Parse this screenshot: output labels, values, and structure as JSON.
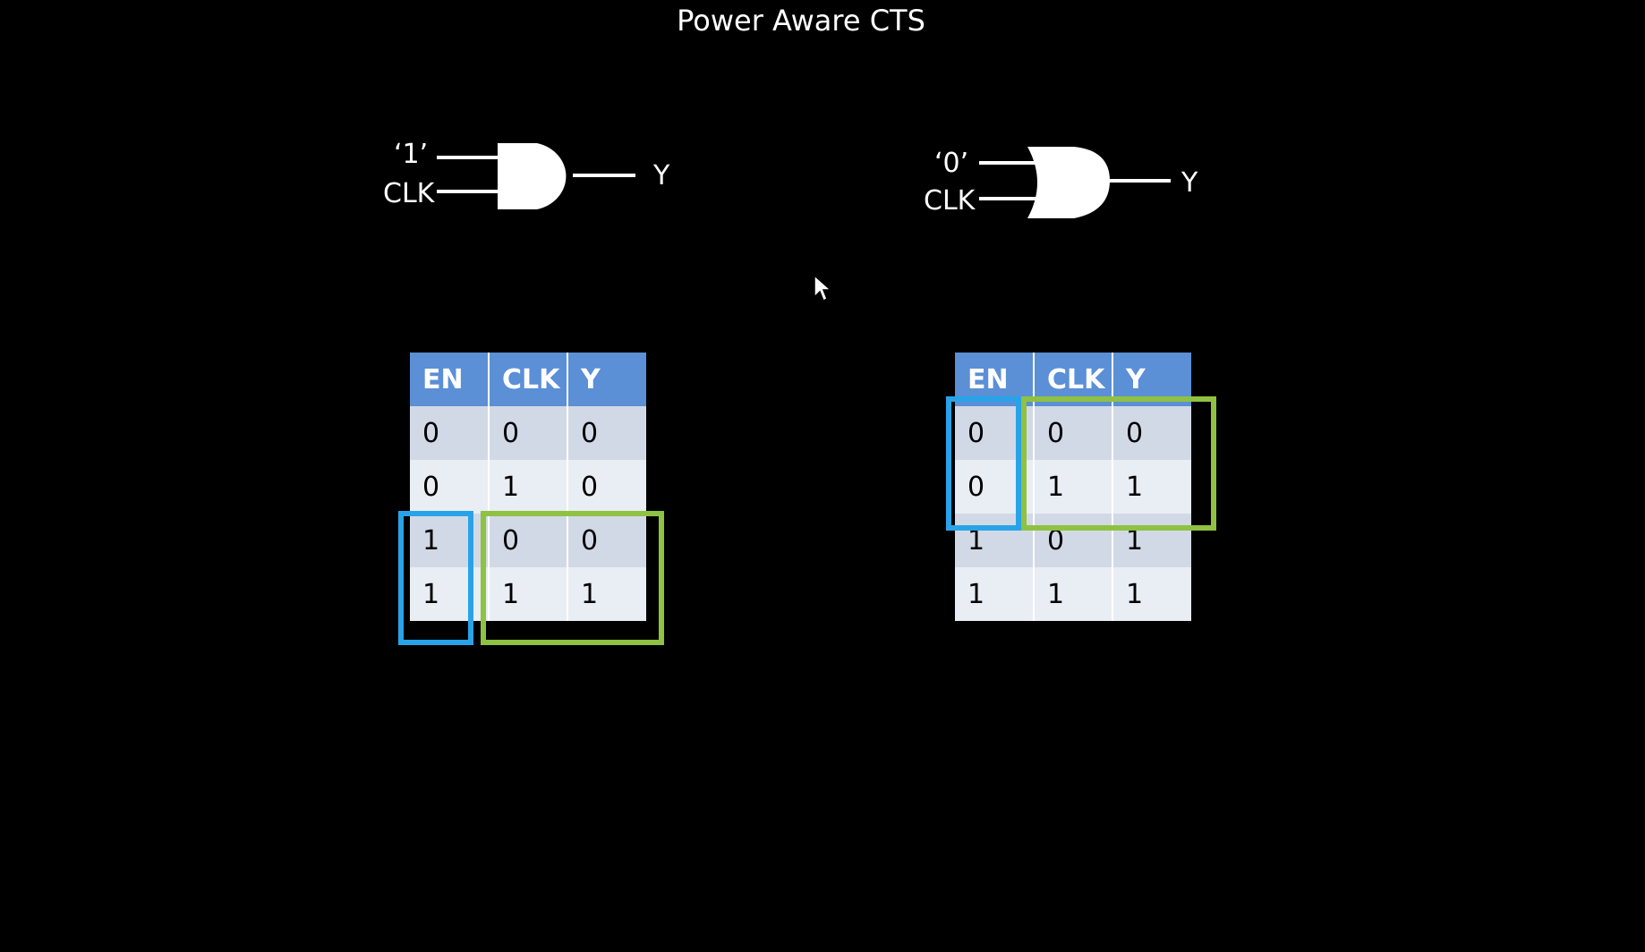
{
  "title": "Power Aware CTS",
  "colors": {
    "background": "#000000",
    "table_header": "#5b8fd6",
    "table_row_dark": "#d2d9e6",
    "table_row_light": "#e9edf4",
    "highlight_enable": "#29a3e8",
    "highlight_clock": "#8fc142"
  },
  "and_gate": {
    "icon": "and-gate-icon",
    "input_top_label": "‘1’",
    "input_bottom_label": "CLK",
    "output_label": "Y"
  },
  "or_gate": {
    "icon": "or-gate-icon",
    "input_top_label": "‘0’",
    "input_bottom_label": "CLK",
    "output_label": "Y"
  },
  "left_table": {
    "headers": [
      "EN",
      "CLK",
      "Y"
    ],
    "rows": [
      [
        "0",
        "0",
        "0"
      ],
      [
        "0",
        "1",
        "0"
      ],
      [
        "1",
        "0",
        "0"
      ],
      [
        "1",
        "1",
        "1"
      ]
    ]
  },
  "right_table": {
    "headers": [
      "EN",
      "CLK",
      "Y"
    ],
    "rows": [
      [
        "0",
        "0",
        "0"
      ],
      [
        "0",
        "1",
        "1"
      ],
      [
        "1",
        "0",
        "1"
      ],
      [
        "1",
        "1",
        "1"
      ]
    ]
  },
  "cursor": "arrow-cursor-icon"
}
